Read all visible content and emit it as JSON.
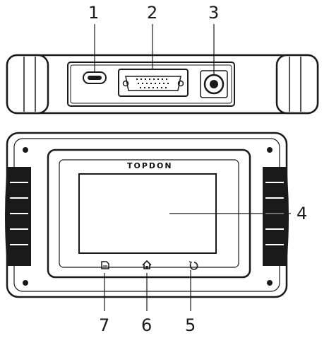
{
  "brand": "TOPDON",
  "callouts": [
    {
      "id": "1",
      "label": "1"
    },
    {
      "id": "2",
      "label": "2"
    },
    {
      "id": "3",
      "label": "3"
    },
    {
      "id": "4",
      "label": "4"
    },
    {
      "id": "5",
      "label": "5"
    },
    {
      "id": "6",
      "label": "6"
    },
    {
      "id": "7",
      "label": "7"
    }
  ],
  "icons": {
    "usb_port": "usb-c-port-icon",
    "db15_connector": "db15-connector-icon",
    "power_button": "power-button-icon",
    "screen": "touchscreen",
    "back_button": "back-icon",
    "home_button": "home-icon",
    "doc_button": "document-icon"
  }
}
